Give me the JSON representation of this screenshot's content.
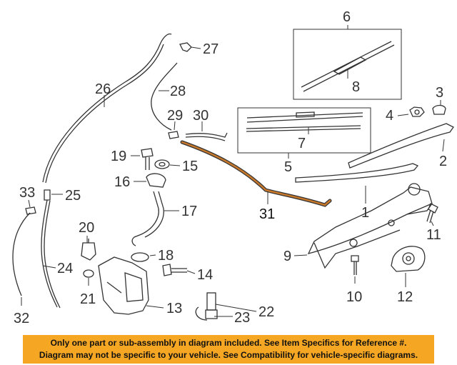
{
  "callouts": {
    "c1": "1",
    "c2": "2",
    "c3": "3",
    "c4": "4",
    "c5": "5",
    "c6": "6",
    "c7": "7",
    "c8": "8",
    "c9": "9",
    "c10": "10",
    "c11": "11",
    "c12": "12",
    "c13": "13",
    "c14": "14",
    "c15": "15",
    "c16": "16",
    "c17": "17",
    "c18": "18",
    "c19": "19",
    "c20": "20",
    "c21": "21",
    "c22": "22",
    "c23": "23",
    "c24": "24",
    "c25": "25",
    "c26": "26",
    "c27": "27",
    "c28": "28",
    "c29": "29",
    "c30": "30",
    "c31": "31",
    "c32": "32",
    "c33": "33"
  },
  "highlight_color": "#c8782a",
  "notice_color": "#f5a623",
  "notice": {
    "line1": "Only one part or sub-assembly in diagram included. See Item Specifics for Reference #.",
    "line2": "Diagram may not be specific to your vehicle. See Compatibility for vehicle-specific diagrams."
  }
}
